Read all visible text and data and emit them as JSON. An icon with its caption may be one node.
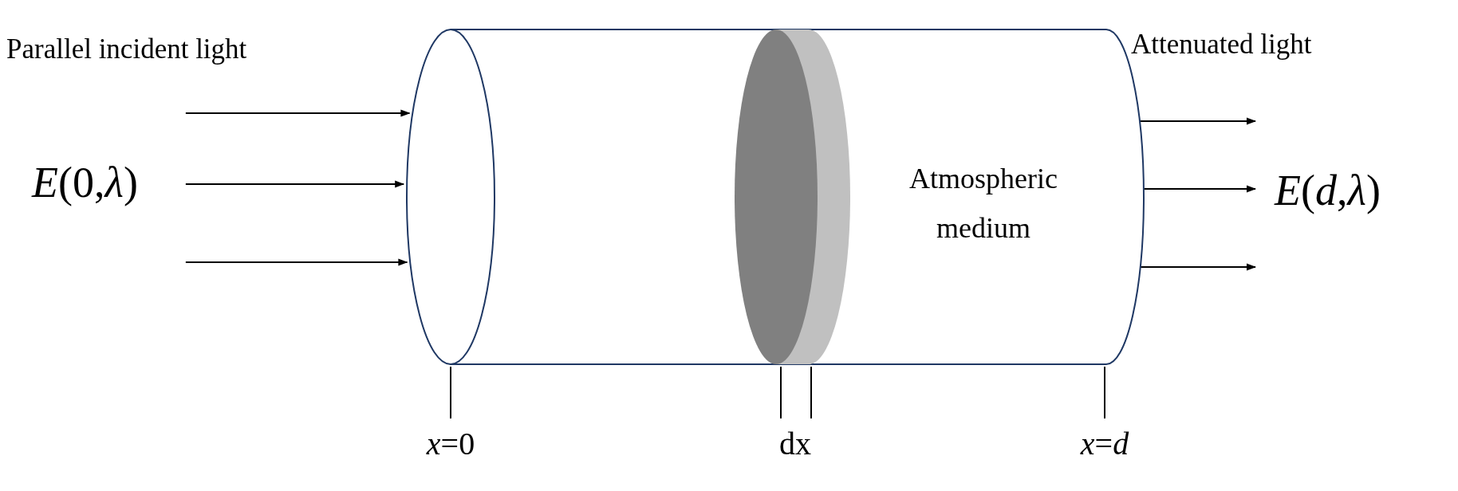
{
  "diagram": {
    "nodes": [
      {
        "text": [
          "Atmospheric medium"
        ]
      },
      {
        "text": [
          "*E*(0,*λ*)"
        ]
      },
      {
        "text": [
          "*E*(*d*,*λ*)"
        ]
      }
    ],
    "edges": [
      {
        "from": 1,
        "to": 0,
        "arrow": "to"
      },
      {
        "from": 1,
        "to": 0,
        "arrow": "to"
      },
      {
        "from": 1,
        "to": 0,
        "arrow": "to"
      },
      {
        "from": 0,
        "to": 2,
        "arrow": "to"
      },
      {
        "from": 0,
        "to": 2,
        "arrow": "to"
      },
      {
        "from": 0,
        "to": 2,
        "arrow": "to"
      }
    ],
    "labels": [
      "Parallel incident light",
      "Attenuated light",
      "*x*=0",
      "dx",
      "*x*=*d*"
    ]
  }
}
